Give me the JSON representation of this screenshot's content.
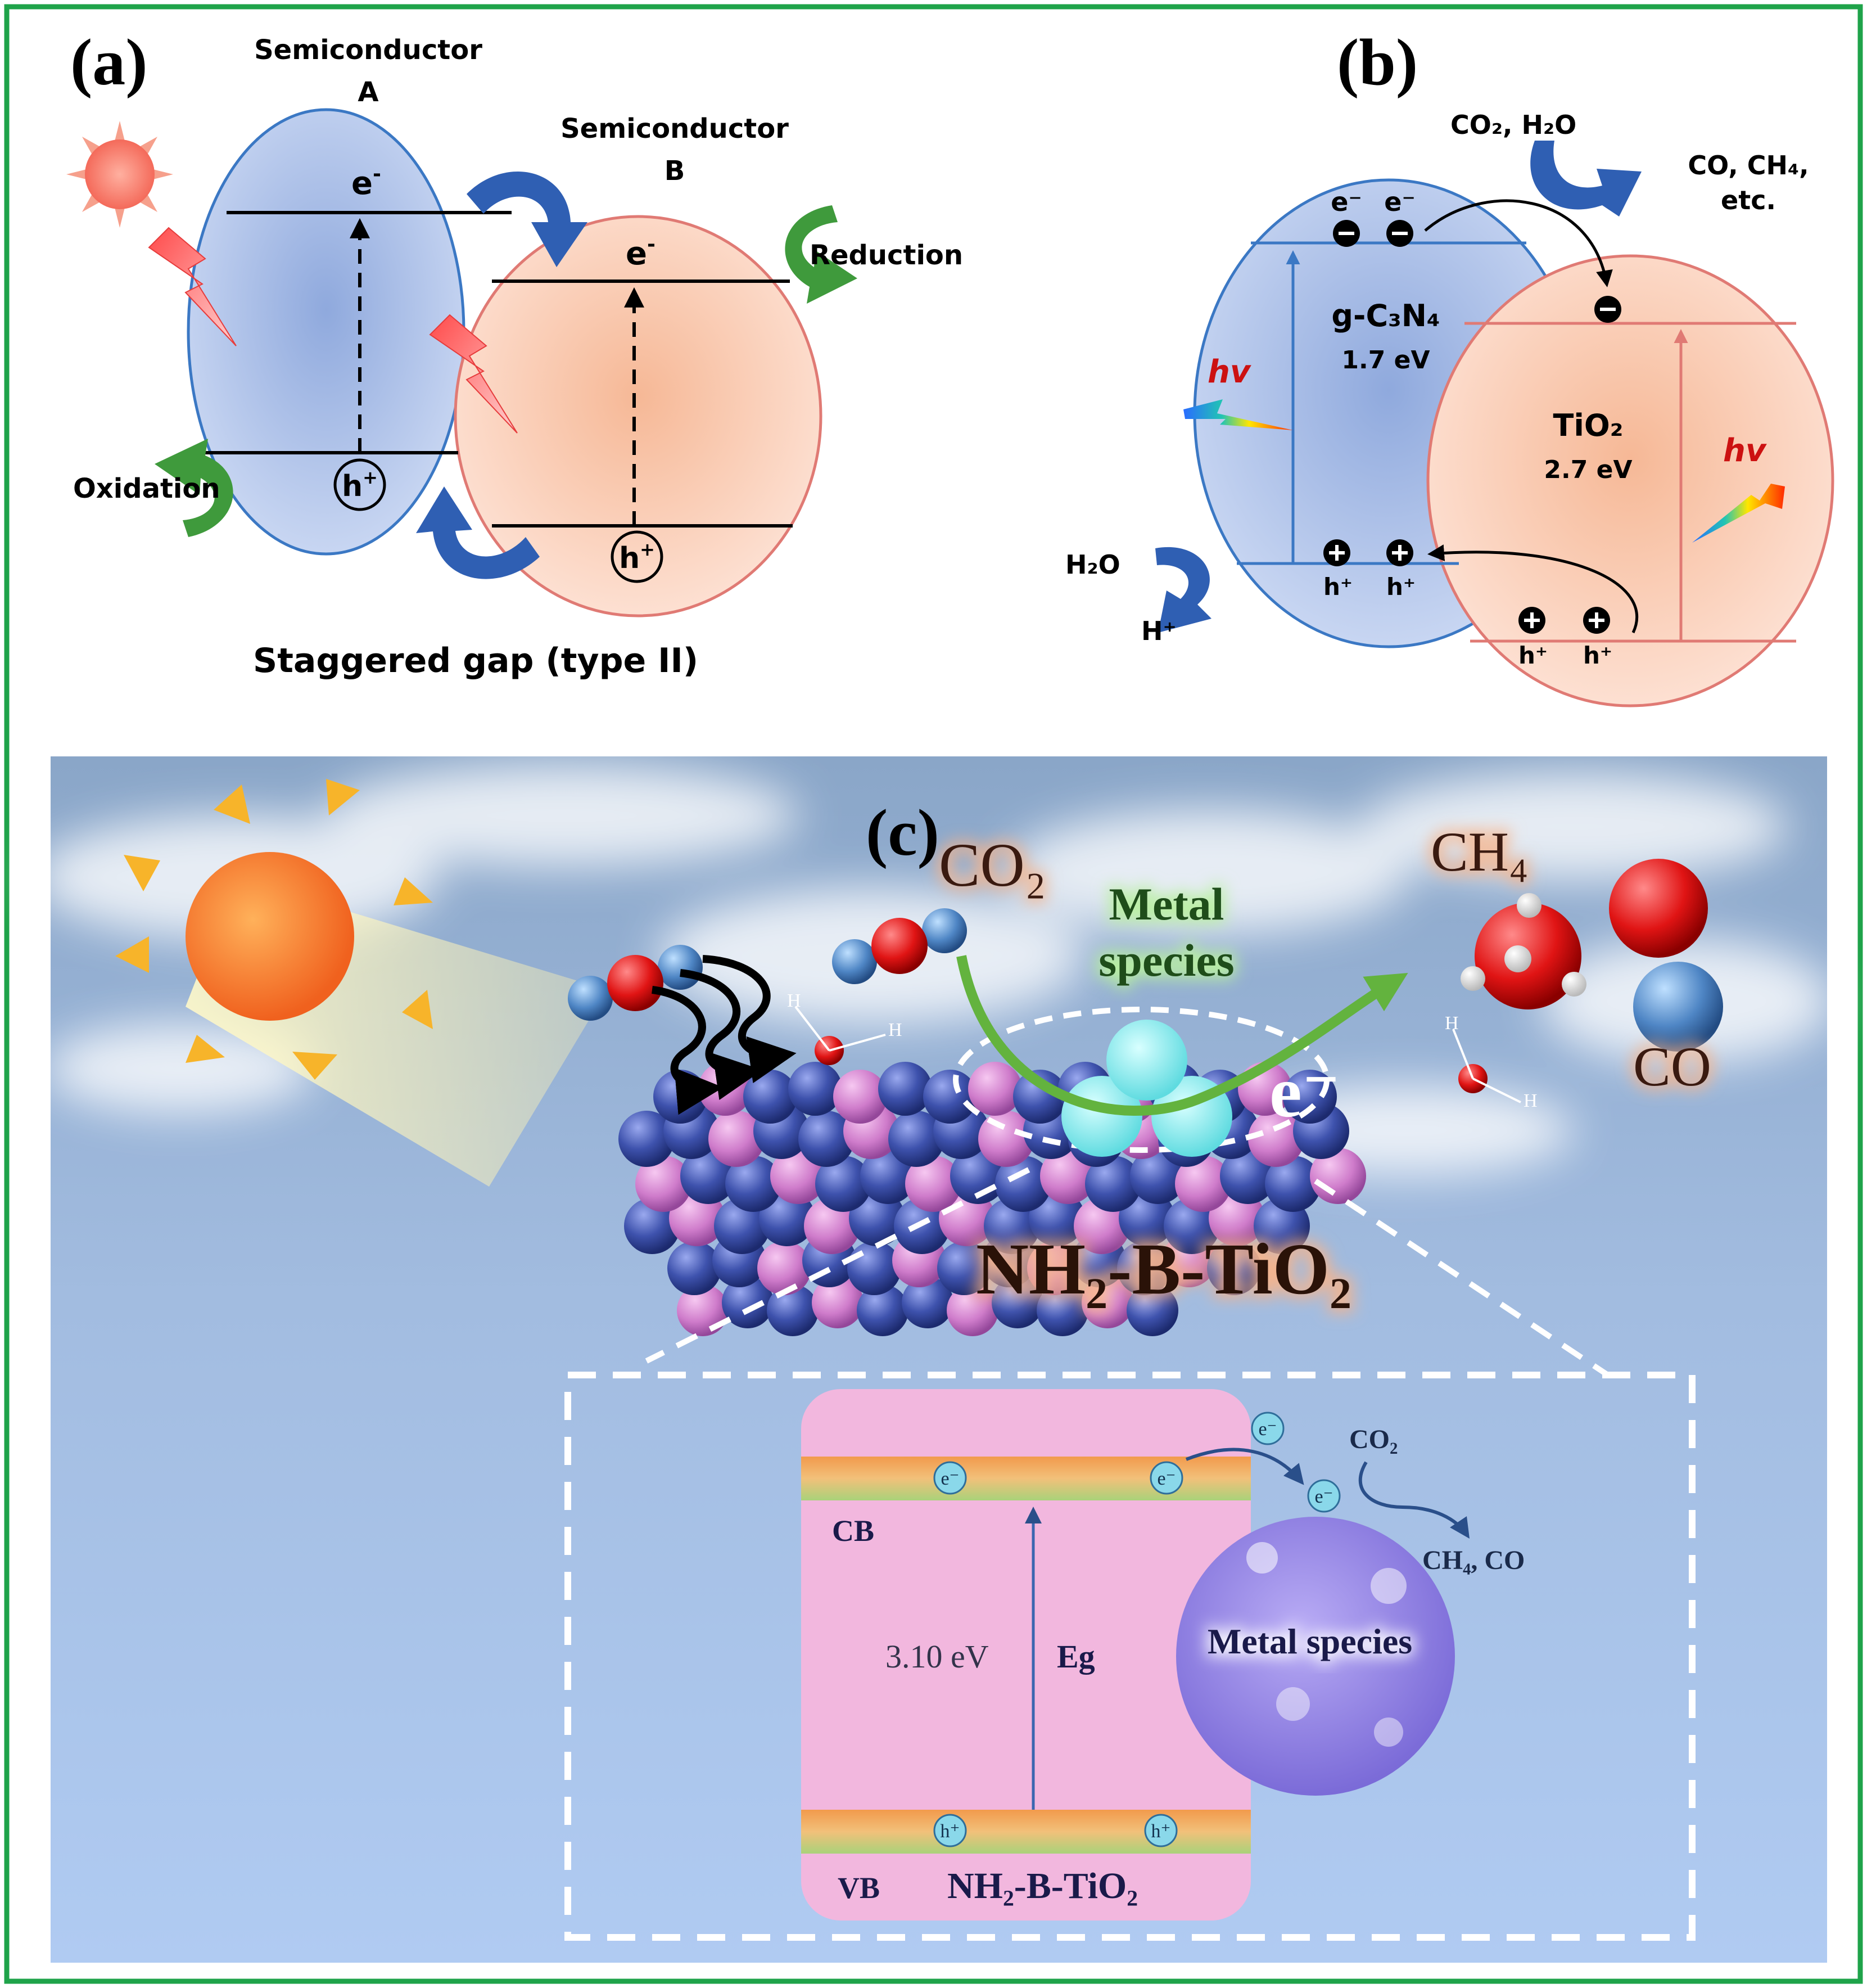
{
  "colors": {
    "frame": "#1fa34a",
    "semiA": "#9fb9e6",
    "semiA_edge": "#3b78c4",
    "semiB": "#f8c2a8",
    "semiB_edge": "#e07a74",
    "arrow_blue": "#2f5fb3",
    "arrow_green": "#3f9a3c",
    "hv_red": "#cc1111",
    "sky_top": "#7f9fc4",
    "sky_bottom": "#a9c4ec",
    "lattice_blue": "#3b4fa8",
    "lattice_pink": "#d68ad0",
    "metal_cyan": "#7fe8ea",
    "band_box": "#f2b7de",
    "metal_sphere": "#8c7fe0"
  },
  "panel_a": {
    "label": "(a)",
    "semiconductor_a": "Semiconductor",
    "semiconductor_a_sub": "A",
    "semiconductor_b": "Semiconductor",
    "semiconductor_b_sub": "B",
    "electron": "e",
    "electron_sup": "-",
    "hole": "h",
    "hole_sup": "+",
    "reduction": "Reduction",
    "oxidation": "Oxidation",
    "caption": "Staggered gap (type II)"
  },
  "panel_b": {
    "label": "(b)",
    "reactants": "CO₂, H₂O",
    "products_line1": "CO, CH₄,",
    "products_line2": "etc.",
    "gcn_name": "g-C₃N₄",
    "gcn_gap": "1.7 eV",
    "tio2_name": "TiO₂",
    "tio2_gap": "2.7 eV",
    "hv": "hv",
    "water": "H₂O",
    "proton": "H⁺",
    "electron": "e⁻",
    "hole": "h⁺"
  },
  "panel_c": {
    "label": "(c)",
    "co2": "CO₂",
    "ch4": "CH₄",
    "co": "CO",
    "metal_species_line1": "Metal",
    "metal_species_line2": "species",
    "electron_big": "e⁻",
    "material": "NH₂-B-TiO₂",
    "h": "H",
    "inset": {
      "cb": "CB",
      "vb": "VB",
      "gap": "3.10 eV",
      "eg": "Eg",
      "electron": "e⁻",
      "hole": "h⁺",
      "co2": "CO₂",
      "products": "CH₄, CO",
      "metal_species": "Metal species",
      "material": "NH₂-B-TiO₂"
    }
  }
}
